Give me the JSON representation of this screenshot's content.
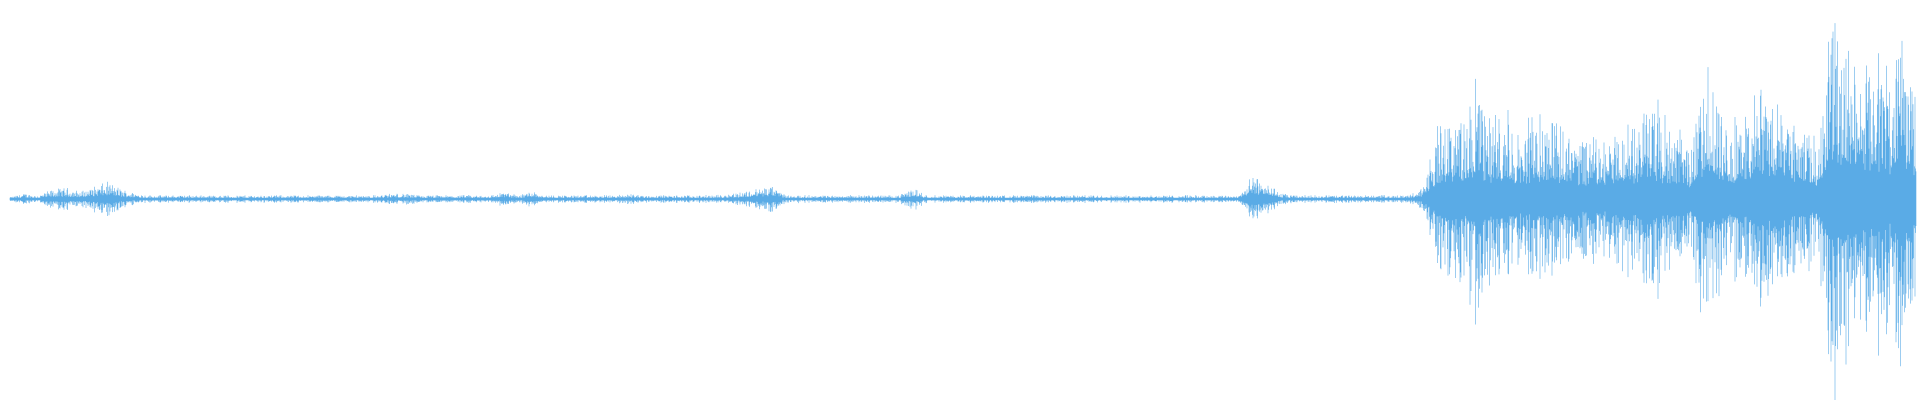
{
  "waveform": {
    "color": "#5AABE6",
    "background": "#ffffff",
    "peak_envelope": [
      0.01,
      0.03,
      0.02,
      0.05,
      0.06,
      0.04,
      0.07,
      0.09,
      0.05,
      0.03,
      0.02,
      0.02,
      0.02,
      0.02,
      0.02,
      0.02,
      0.02,
      0.02,
      0.02,
      0.02,
      0.02,
      0.02,
      0.02,
      0.02,
      0.02,
      0.02,
      0.02,
      0.03,
      0.03,
      0.02,
      0.02,
      0.02,
      0.02,
      0.02,
      0.02,
      0.04,
      0.02,
      0.05,
      0.02,
      0.02,
      0.02,
      0.02,
      0.02,
      0.02,
      0.03,
      0.02,
      0.02,
      0.02,
      0.02,
      0.02,
      0.02,
      0.03,
      0.04,
      0.06,
      0.07,
      0.02,
      0.02,
      0.02,
      0.02,
      0.02,
      0.02,
      0.02,
      0.02,
      0.02,
      0.06,
      0.02,
      0.02,
      0.02,
      0.02,
      0.02,
      0.02,
      0.02,
      0.02,
      0.02,
      0.02,
      0.02,
      0.02,
      0.02,
      0.02,
      0.02,
      0.02,
      0.02,
      0.02,
      0.02,
      0.02,
      0.02,
      0.02,
      0.02,
      0.12,
      0.1,
      0.03,
      0.02,
      0.02,
      0.02,
      0.02,
      0.02,
      0.02,
      0.02,
      0.02,
      0.02,
      0.06,
      0.32,
      0.45,
      0.42,
      0.55,
      0.38,
      0.5,
      0.3,
      0.44,
      0.4,
      0.38,
      0.3,
      0.35,
      0.3,
      0.45,
      0.4,
      0.52,
      0.42,
      0.36,
      0.3,
      0.58,
      0.52,
      0.35,
      0.45,
      0.62,
      0.55,
      0.48,
      0.38,
      0.32,
      0.9,
      0.82,
      0.7,
      0.75,
      0.6,
      0.85,
      0.55
    ]
  }
}
